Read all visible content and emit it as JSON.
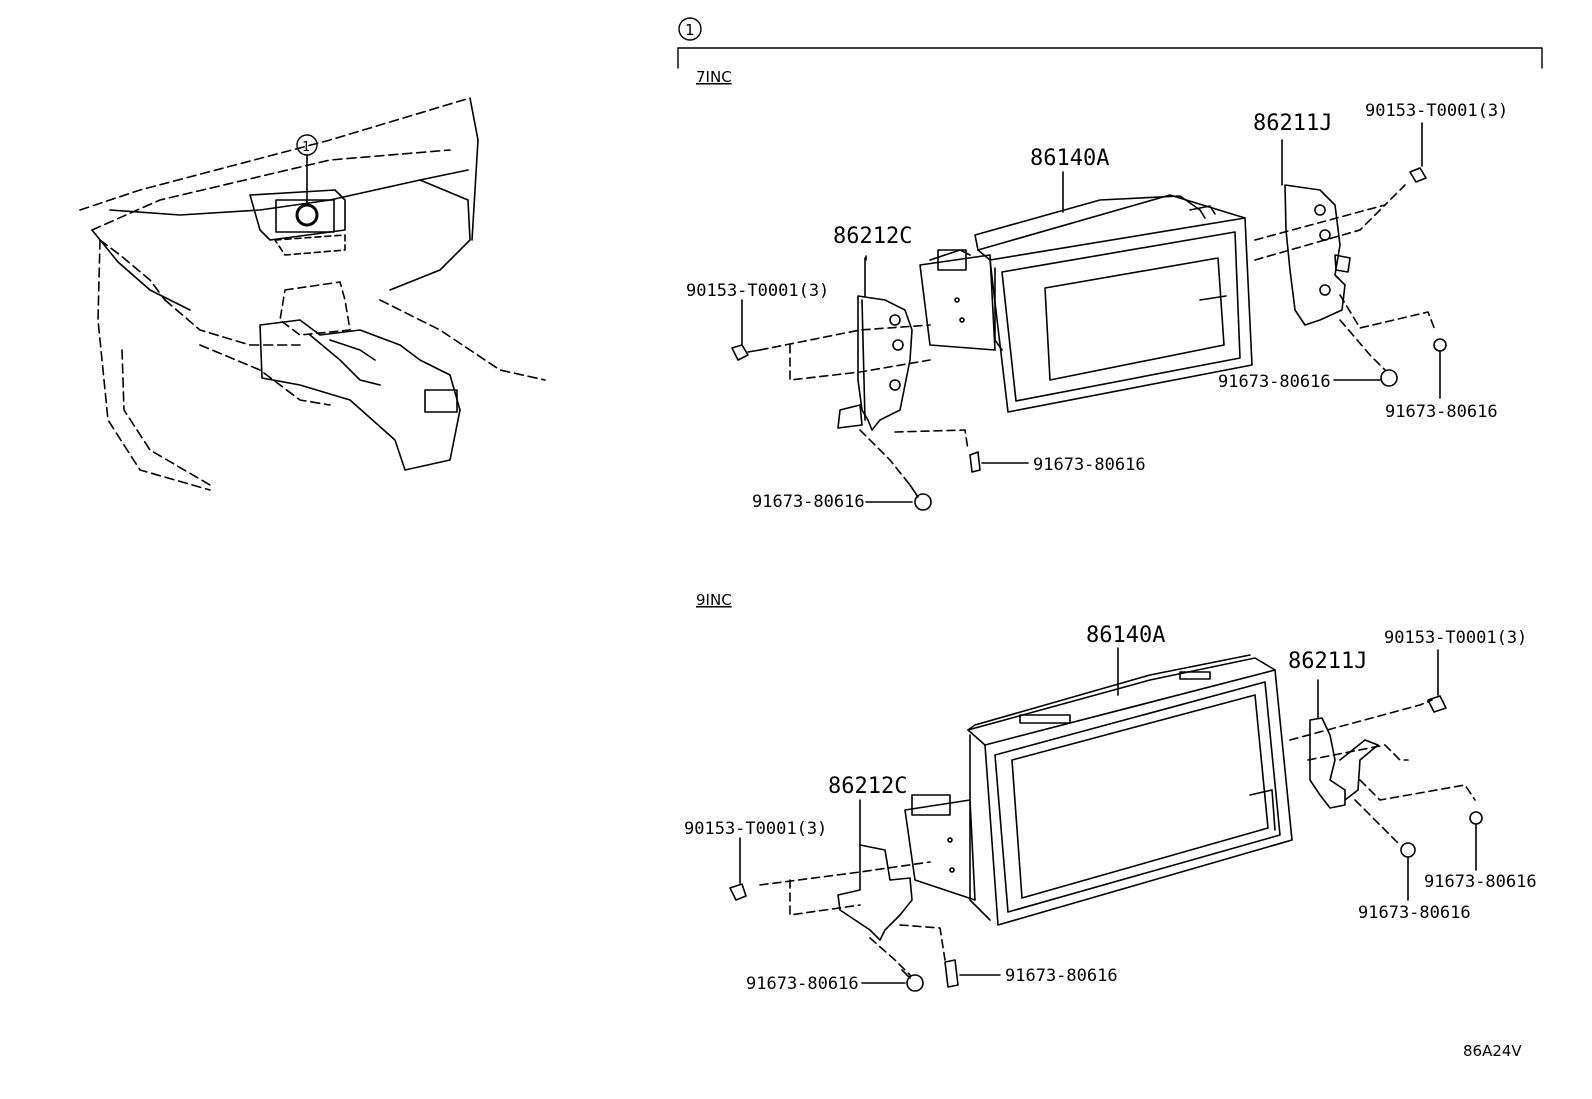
{
  "callout": "1",
  "sections": [
    {
      "title": "7INC",
      "labels": {
        "display": "86140A",
        "bracket_right": "86211J",
        "bracket_left": "86212C",
        "bolt_top_right": "90153-T0001(3)",
        "bolt_left": "90153-T0001(3)",
        "screw_right_a": "91673-80616",
        "screw_right_b": "91673-80616",
        "screw_bottom_mid": "91673-80616",
        "screw_bottom_left": "91673-80616"
      }
    },
    {
      "title": "9INC",
      "labels": {
        "display": "86140A",
        "bracket_right": "86211J",
        "bracket_left": "86212C",
        "bolt_top_right": "90153-T0001(3)",
        "bolt_left": "90153-T0001(3)",
        "screw_right_a": "91673-80616",
        "screw_right_b": "91673-80616",
        "screw_bottom_mid": "91673-80616",
        "screw_bottom_left": "91673-80616"
      }
    }
  ],
  "diagram_code": "86A24V"
}
